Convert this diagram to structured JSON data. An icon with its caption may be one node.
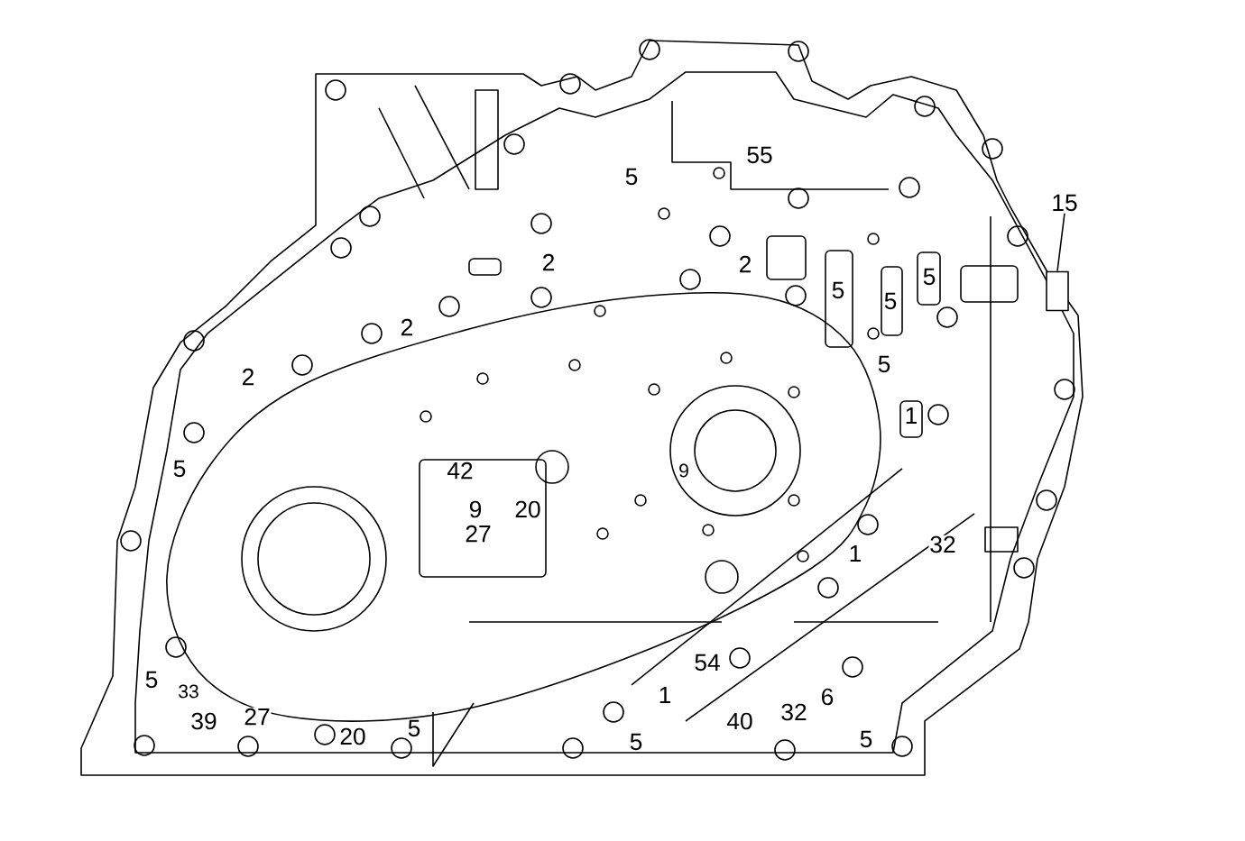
{
  "diagram": {
    "nodes": [
      {
        "text": [
          "15"
        ]
      },
      {
        "text": [],
        "shape": "box"
      }
    ],
    "edges": [
      {
        "from": 0,
        "to": 1,
        "arrow": "none"
      }
    ],
    "labels": [
      "55",
      "5",
      "2",
      "2",
      "5",
      "5",
      "5",
      "2",
      "2",
      "5",
      "1",
      "5",
      "42",
      "9",
      "9",
      "20",
      "27",
      "1",
      "32",
      "54",
      "5",
      "33",
      "1",
      "6",
      "39",
      "27",
      "40",
      "32",
      "20",
      "5",
      "5",
      "5"
    ]
  }
}
